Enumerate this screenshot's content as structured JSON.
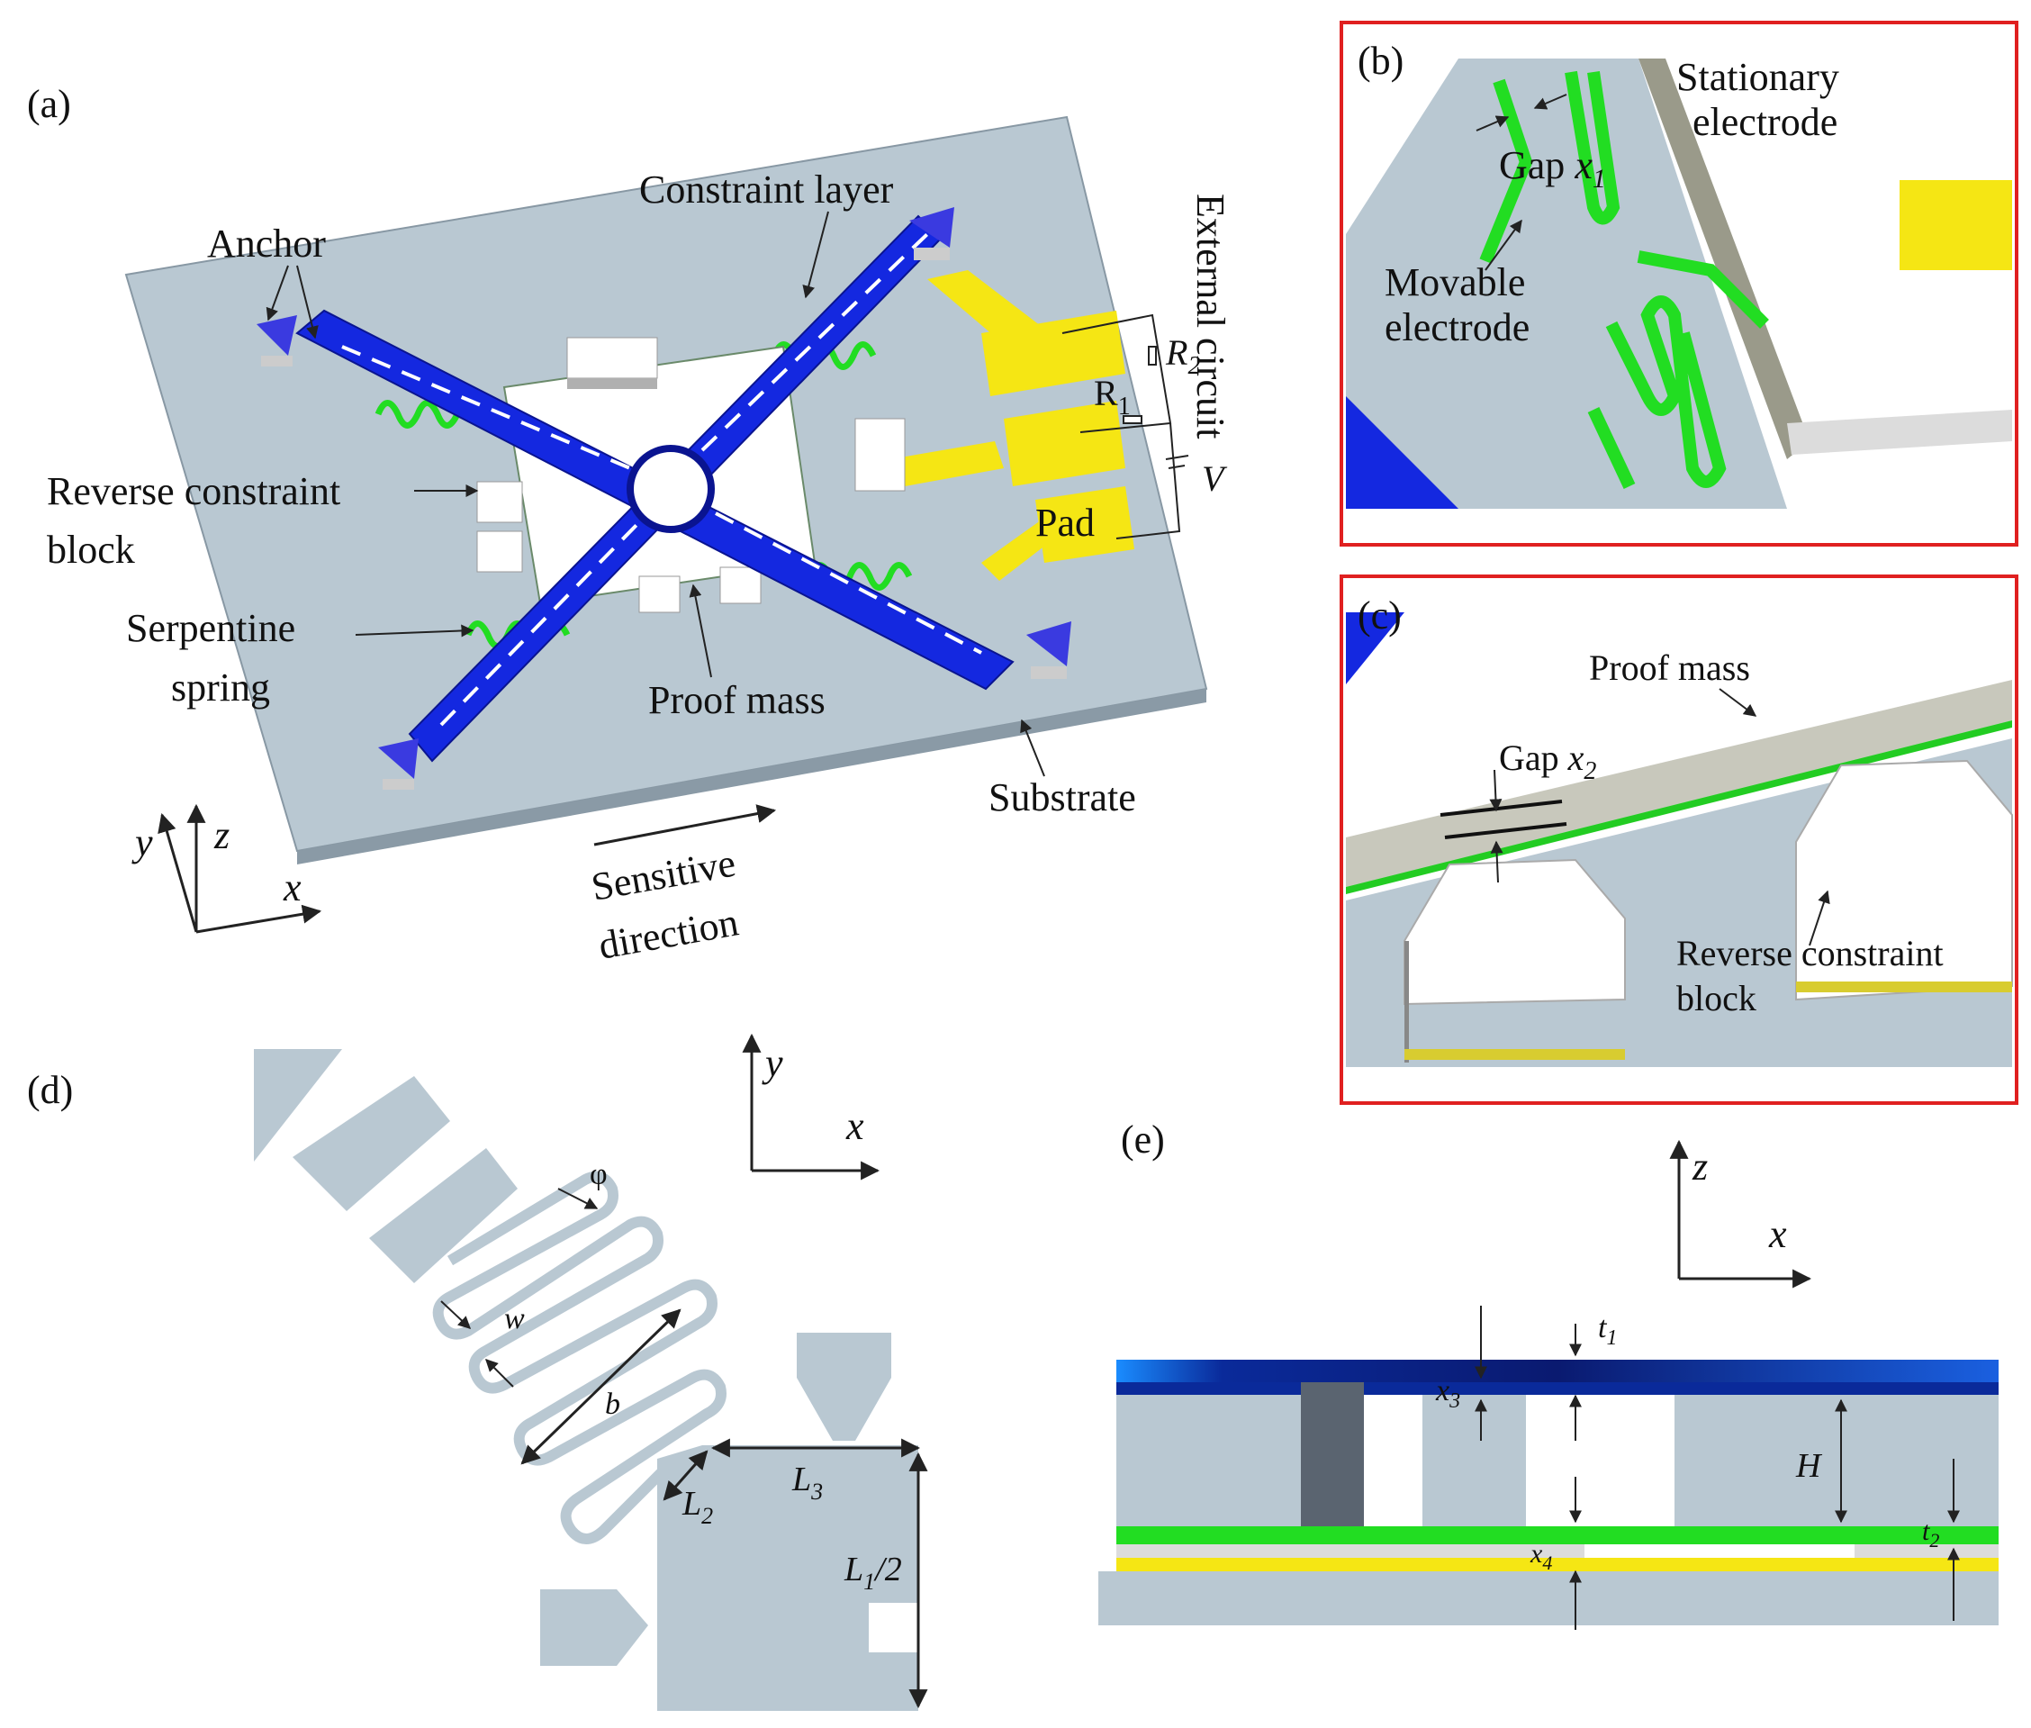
{
  "panels": {
    "a": {
      "tag": "(a)",
      "labels": {
        "anchor": "Anchor",
        "constraint_layer": "Constraint layer",
        "external_circuit": "External circuit",
        "r2": "R",
        "r2_sub": "2",
        "r1": "R",
        "r1_sub": "1",
        "v": "V",
        "pad": "Pad",
        "reverse_constraint_1": "Reverse constraint",
        "reverse_constraint_2": "block",
        "serpentine_1": "Serpentine",
        "serpentine_2": "spring",
        "proof_mass": "Proof mass",
        "substrate": "Substrate",
        "sensitive_1": "Sensitive",
        "sensitive_2": "direction",
        "axis_y": "y",
        "axis_z": "z",
        "axis_x": "x"
      }
    },
    "b": {
      "tag": "(b)",
      "labels": {
        "stationary_1": "Stationary",
        "stationary_2": "electrode",
        "gap": "Gap ",
        "gap_sym": "x",
        "gap_sub": "1",
        "movable_1": "Movable",
        "movable_2": "electrode"
      }
    },
    "c": {
      "tag": "(c)",
      "labels": {
        "proof_mass": "Proof mass",
        "gap": "Gap ",
        "gap_sym": "x",
        "gap_sub": "2",
        "reverse_1": "Reverse constraint",
        "reverse_2": "block"
      }
    },
    "d": {
      "tag": "(d)",
      "labels": {
        "axis_y": "y",
        "axis_x": "x",
        "phi": "φ",
        "w": "w",
        "b": "b",
        "l2": "L",
        "l2_sub": "2",
        "l3": "L",
        "l3_sub": "3",
        "l1": "L",
        "l1_sub": "1",
        "l1_suffix": "/2"
      }
    },
    "e": {
      "tag": "(e)",
      "labels": {
        "axis_z": "z",
        "axis_x": "x",
        "t1": "t",
        "t1_sub": "1",
        "x3": "x",
        "x3_sub": "3",
        "h": "H",
        "t2": "t",
        "t2_sub": "2",
        "x4": "x",
        "x4_sub": "4"
      }
    }
  },
  "colors": {
    "substrate": "#b9c8d2",
    "constraint": "#1428e0",
    "spring": "#22dd22",
    "pad": "#f5e614",
    "frame": "#e02020",
    "block": "#ffffff"
  }
}
